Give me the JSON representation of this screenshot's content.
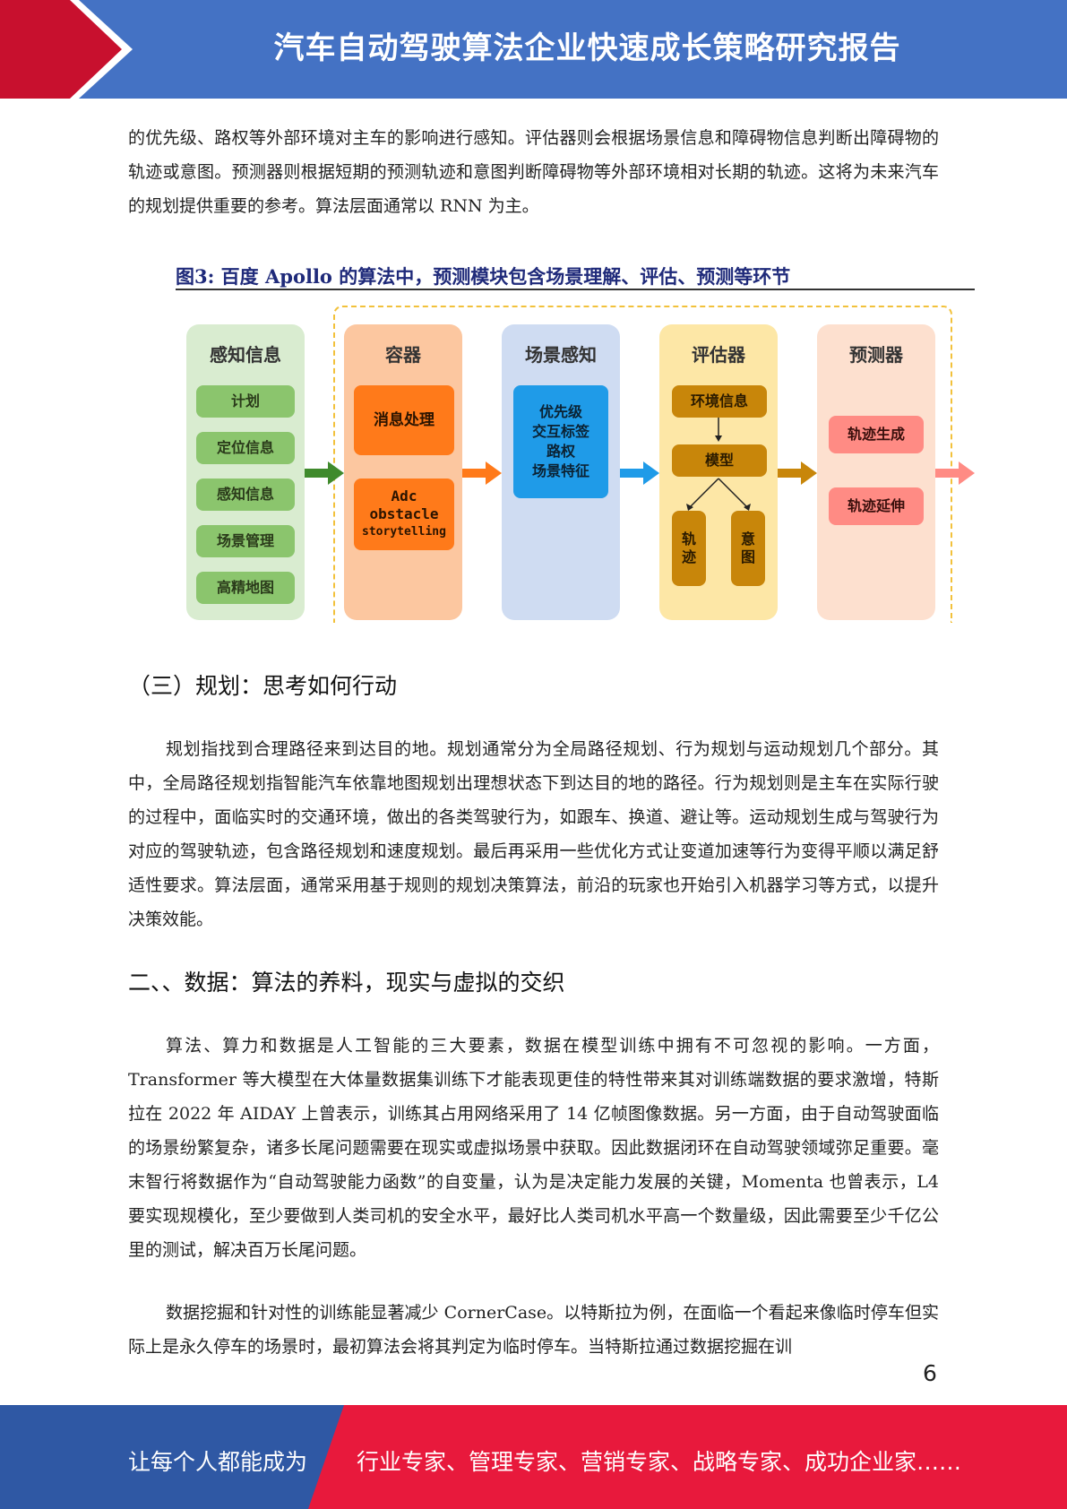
{
  "header": {
    "title": "汽车自动驾驶算法企业快速成长策略研究报告"
  },
  "paragraphs": {
    "p1": "的优先级、路权等外部环境对主车的影响进行感知。评估器则会根据场景信息和障碍物信息判断出障碍物的轨迹或意图。预测器则根据短期的预测轨迹和意图判断障碍物等外部环境相对长期的轨迹。这将为未来汽车的规划提供重要的参考。算法层面通常以 RNN 为主。",
    "p2": "规划指找到合理路径来到达目的地。规划通常分为全局路径规划、行为规划与运动规划几个部分。其中，全局路径规划指智能汽车依靠地图规划出理想状态下到达目的地的路径。行为规划则是主车在实际行驶的过程中，面临实时的交通环境，做出的各类驾驶行为，如跟车、换道、避让等。运动规划生成与驾驶行为对应的驾驶轨迹，包含路径规划和速度规划。最后再采用一些优化方式让变道加速等行为变得平顺以满足舒适性要求。算法层面，通常采用基于规则的规划决策算法，前沿的玩家也开始引入机器学习等方式，以提升决策效能。",
    "p3": "算法、算力和数据是人工智能的三大要素，数据在模型训练中拥有不可忽视的影响。一方面，Transformer 等大模型在大体量数据集训练下才能表现更佳的特性带来其对训练端数据的要求激增，特斯拉在 2022 年 AIDAY 上曾表示，训练其占用网络采用了 14 亿帧图像数据。另一方面，由于自动驾驶面临的场景纷繁复杂，诸多长尾问题需要在现实或虚拟场景中获取。因此数据闭环在自动驾驶领域弥足重要。毫末智行将数据作为“自动驾驶能力函数”的自变量，认为是决定能力发展的关键，Momenta 也曾表示，L4 要实现规模化，至少要做到人类司机的安全水平，最好比人类司机水平高一个数量级，因此需要至少千亿公里的测试，解决百万长尾问题。",
    "p4": "数据挖掘和针对性的训练能显著减少 CornerCase。以特斯拉为例，在面临一个看起来像临时停车但实际上是永久停车的场景时，最初算法会将其判定为临时停车。当特斯拉通过数据挖掘在训"
  },
  "headings": {
    "h_plan": "（三）规划：思考如何行动",
    "h_data": "二、、数据：算法的养料，现实与虚拟的交织"
  },
  "figure": {
    "title": "图3:  百度 Apollo 的算法中，预测模块包含场景理解、评估、预测等环节",
    "col1": {
      "title": "感知信息",
      "items": [
        "计划",
        "定位信息",
        "感知信息",
        "场景管理",
        "高精地图"
      ]
    },
    "col2": {
      "title": "容器",
      "box1": "消息处理",
      "box2_l1": "Adc",
      "box2_l2": "obstacle",
      "box2_l3": "storytelling"
    },
    "col3": {
      "title": "场景感知",
      "l1": "优先级",
      "l2": "交互标签",
      "l3": "路权",
      "l4": "场景特征"
    },
    "col4": {
      "title": "评估器",
      "env": "环境信息",
      "model": "模型",
      "track_a": "轨",
      "track_b": "迹",
      "intent_a": "意",
      "intent_b": "图"
    },
    "col5": {
      "title": "预测器",
      "gen": "轨迹生成",
      "ext": "轨迹延伸"
    },
    "colors": {
      "green": "#3f8a2c",
      "orange": "#ff7a1a",
      "blue": "#1f9be8",
      "gold": "#c8860a",
      "pink": "#ff8b84"
    }
  },
  "page_number": "6",
  "footer": {
    "left": "让每个人都能成为",
    "right": "行业专家、管理专家、营销专家、战略专家、成功企业家……"
  }
}
